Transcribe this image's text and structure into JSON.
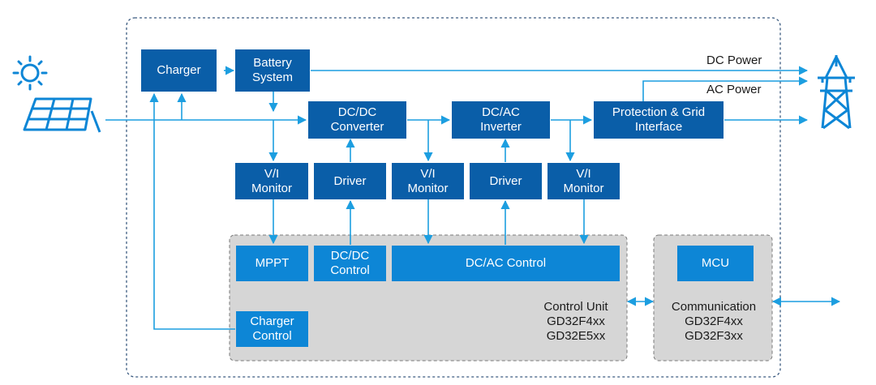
{
  "colors": {
    "block_dark": "#0a5ea8",
    "block_light": "#0d86d6",
    "line": "#1c9ee0",
    "panel": "#d6d6d6",
    "border": "#3b5b80"
  },
  "icons": {
    "source": [
      "sun-icon",
      "solar-panel-icon"
    ],
    "grid": "power-tower-icon"
  },
  "blocks": {
    "charger": "Charger",
    "battery": "Battery\nSystem",
    "dcdc_converter": "DC/DC\nConverter",
    "dcac_inverter": "DC/AC\nInverter",
    "protection": "Protection & Grid\nInterface",
    "vi_monitor_1": "V/I\nMonitor",
    "driver_1": "Driver",
    "vi_monitor_2": "V/I\nMonitor",
    "driver_2": "Driver",
    "vi_monitor_3": "V/I\nMonitor",
    "mppt": "MPPT",
    "dcdc_control": "DC/DC\nControl",
    "dcac_control": "DC/AC Control",
    "charger_control": "Charger\nControl",
    "mcu": "MCU"
  },
  "labels": {
    "dc_power": "DC Power",
    "ac_power": "AC Power",
    "control_unit": "Control Unit\nGD32F4xx\nGD32E5xx",
    "communication": "Communication\nGD32F4xx\nGD32F3xx"
  }
}
